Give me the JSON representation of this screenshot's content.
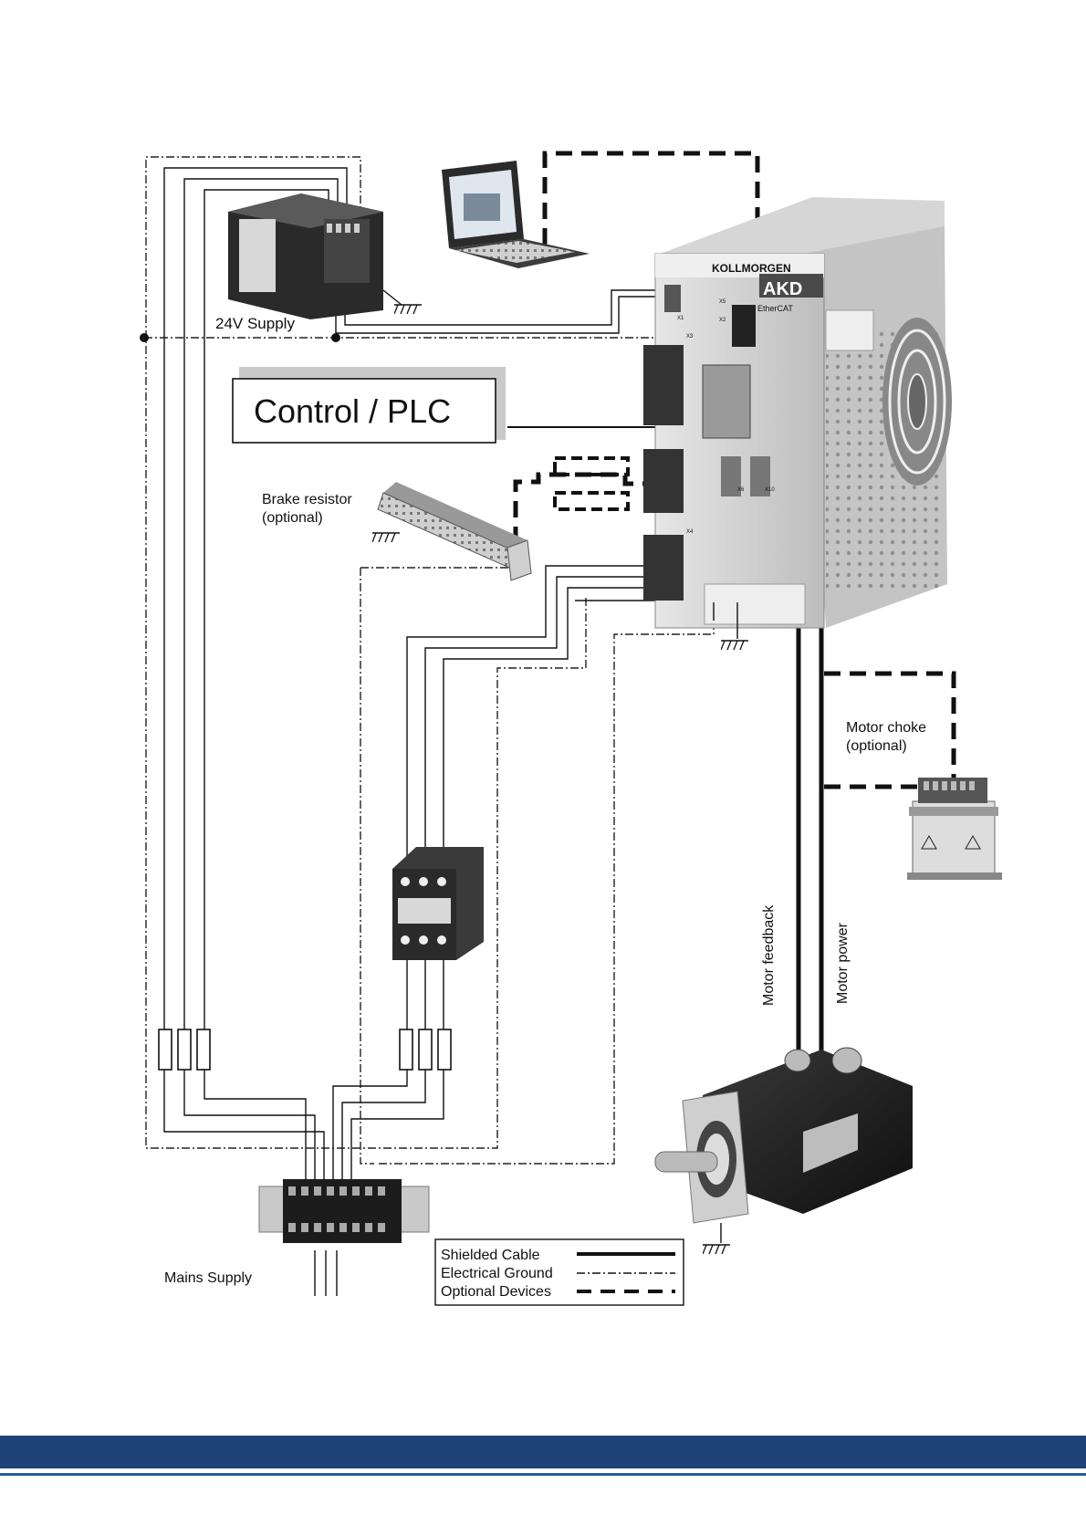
{
  "labels": {
    "supply24": "24V Supply",
    "control_plc": "Control / PLC",
    "brake_line1": "Brake resistor",
    "brake_line2": "(optional)",
    "choke_line1": "Motor choke",
    "choke_line2": "(optional)",
    "motor_feedback": "Motor feedback",
    "motor_power": "Motor power",
    "mains_supply": "Mains Supply"
  },
  "drive": {
    "brand": "KOLLMORGEN",
    "model": "AKD",
    "bus": "EtherCAT",
    "connectors": [
      "X1",
      "X2",
      "X3",
      "X4",
      "X5",
      "X6",
      "X10"
    ]
  },
  "legend": {
    "items": [
      {
        "label": "Shielded Cable",
        "style": "solid"
      },
      {
        "label": "Electrical Ground",
        "style": "dash-dot"
      },
      {
        "label": "Optional Devices",
        "style": "dashed"
      }
    ]
  },
  "colors": {
    "footer_band": "#1f4378",
    "footer_line": "#2a5aa0"
  }
}
